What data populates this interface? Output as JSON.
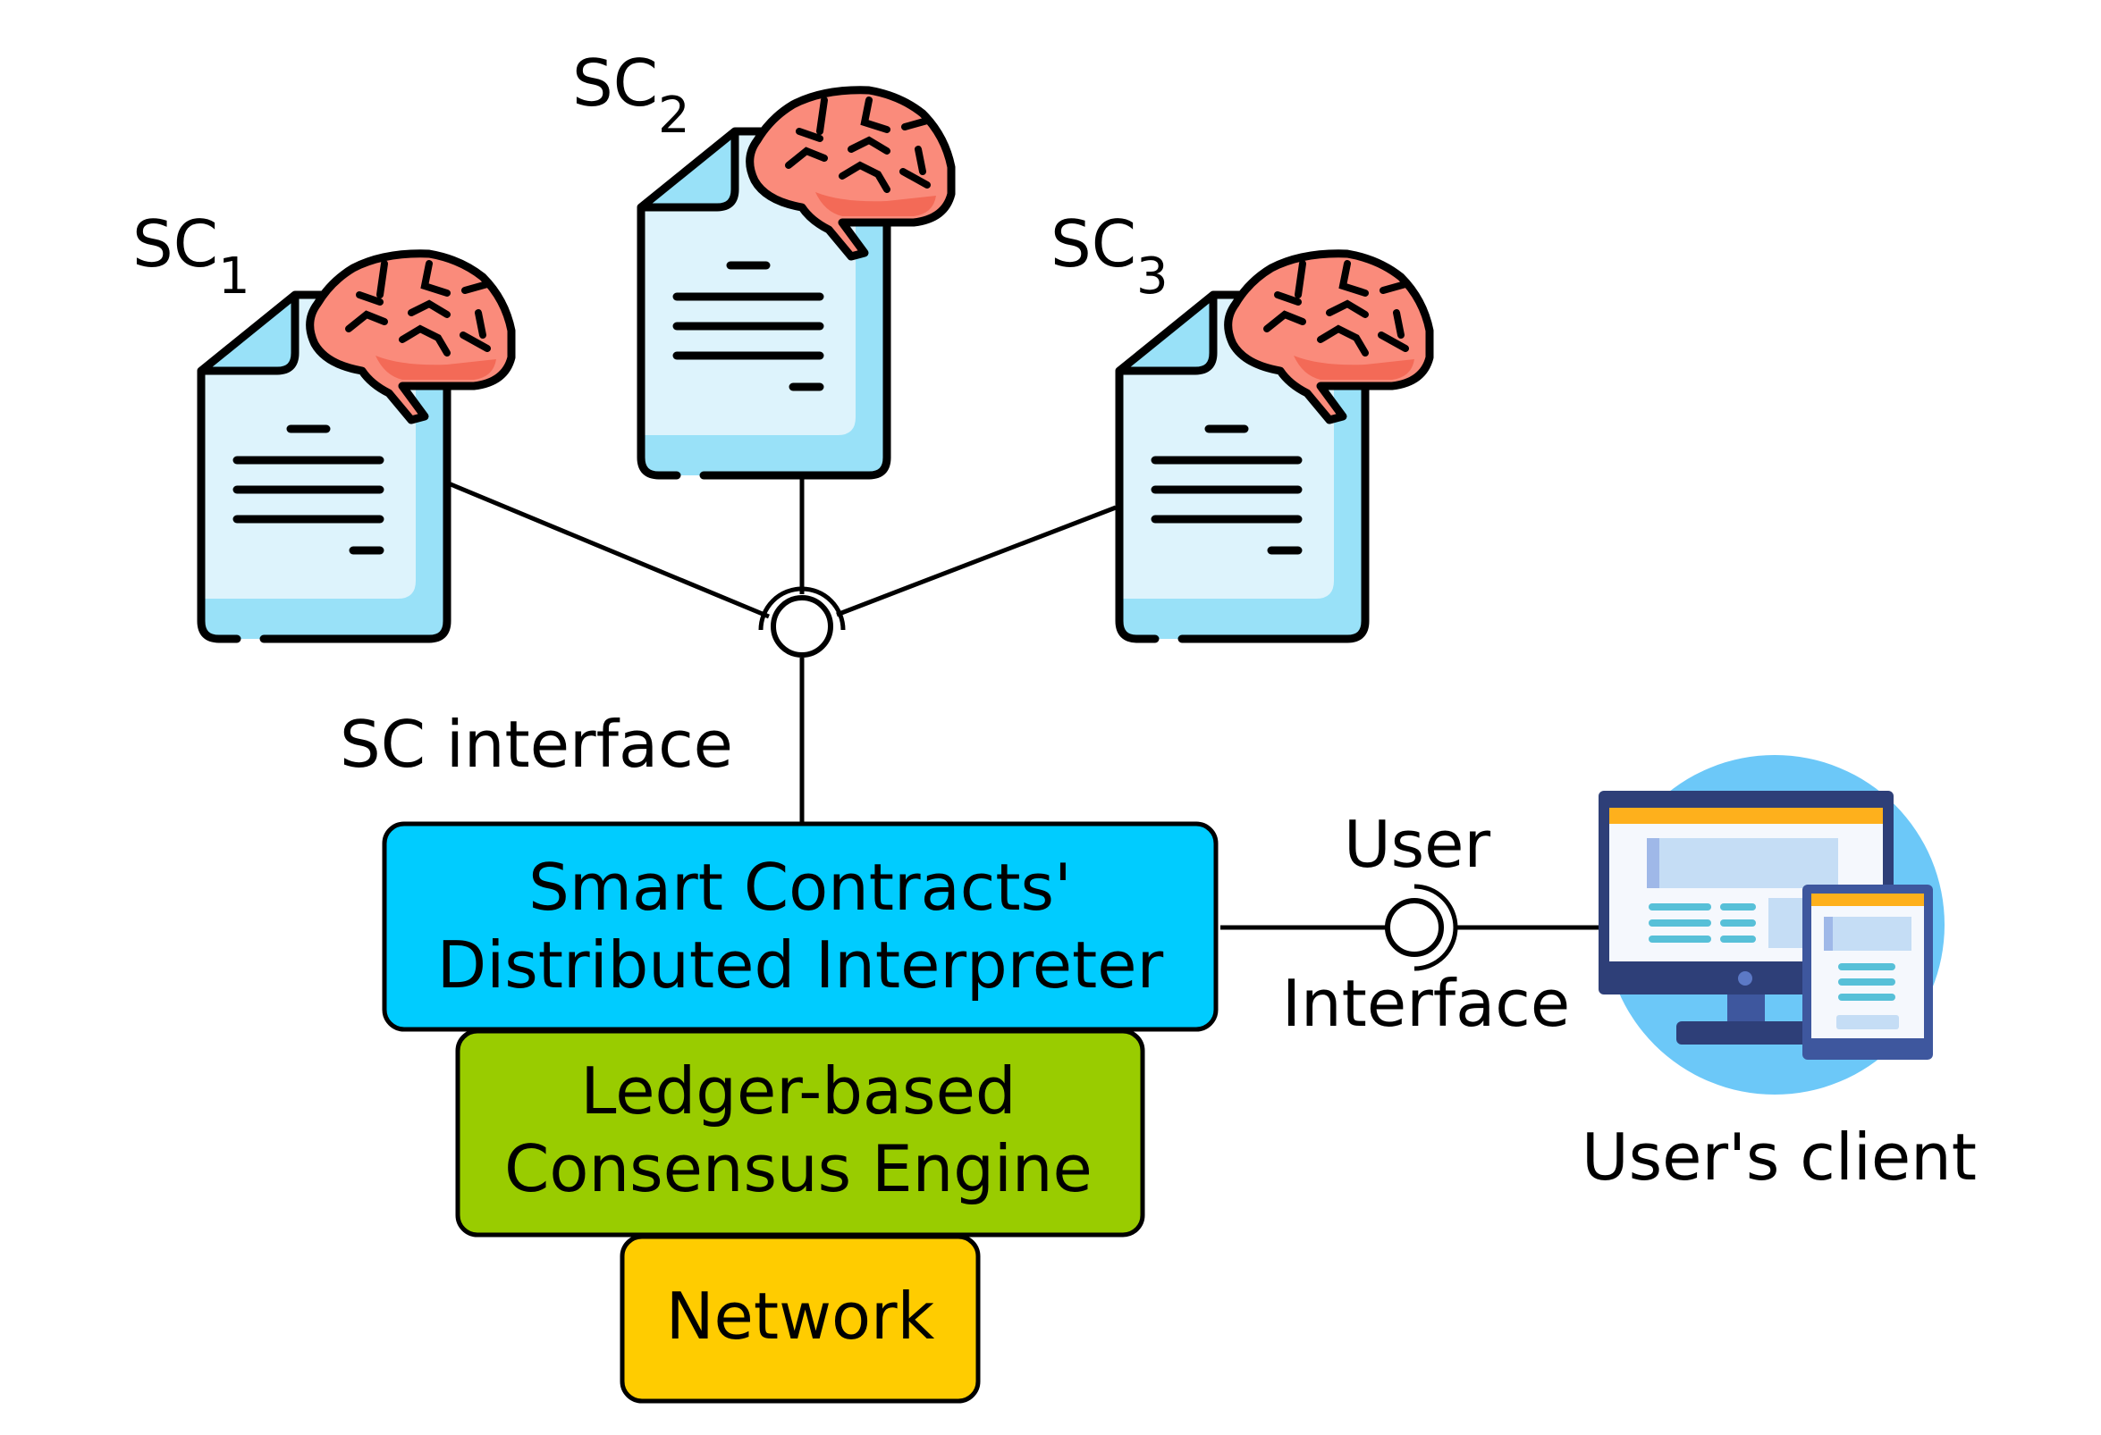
{
  "contracts": [
    {
      "label": "SC",
      "sub": "1"
    },
    {
      "label": "SC",
      "sub": "2"
    },
    {
      "label": "SC",
      "sub": "3"
    }
  ],
  "sc_interface": "SC interface",
  "layers": {
    "interpreter": {
      "line1": "Smart Contracts'",
      "line2": "Distributed Interpreter",
      "color": "#00CCFF"
    },
    "consensus": {
      "line1": "Ledger-based",
      "line2": "Consensus Engine",
      "color": "#99CC00"
    },
    "network": {
      "label": "Network",
      "color": "#FFCC00"
    }
  },
  "user_interface": {
    "line1": "User",
    "line2": "Interface"
  },
  "client": {
    "label": "User's client"
  },
  "colors": {
    "doc_fill": "#DDF3FC",
    "doc_accent": "#99E1F8",
    "brain_fill": "#FA8B7B",
    "brain_shade": "#F36A57",
    "client_circle": "#6CC8F8",
    "monitor_frame": "#2E3F78",
    "bar_orange": "#FEB01C",
    "screen_panel": "#C5DDF5"
  }
}
